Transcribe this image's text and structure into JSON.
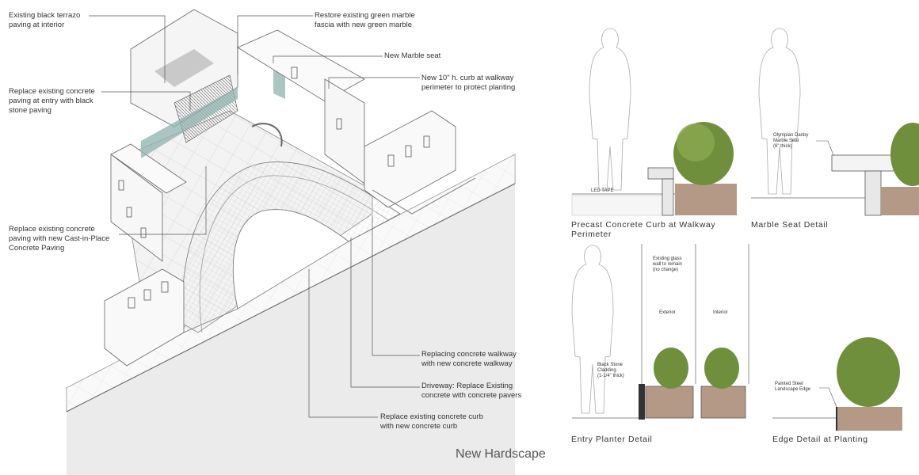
{
  "title": "New Hardscape",
  "callouts": {
    "terrazzo": [
      "Existing black terrazo",
      "paving at interior"
    ],
    "marble_fascia": [
      "Restore existing green marble",
      "fascia with new green marble"
    ],
    "marble_seat": [
      "New Marble seat"
    ],
    "curb_walkway": [
      "New 10\" h. curb at walkway",
      "perimeter to protect planting"
    ],
    "black_stone": [
      "Replace existing concrete",
      "paving at entry with black",
      "stone paving"
    ],
    "cast_in_place": [
      "Replace existing concrete",
      "paving with new Cast-in-Place",
      "Concrete Paving"
    ],
    "walkway": [
      "Replacing concrete walkway",
      "with new concrete walkway"
    ],
    "driveway": [
      "Driveway: Replace Existing",
      "concrete with concrete pavers"
    ],
    "curb": [
      "Replace existing concrete curb",
      "with new concrete curb"
    ]
  },
  "details": {
    "precast": {
      "caption": [
        "Precast Concrete Curb at Walkway",
        "Perimeter"
      ],
      "notes": {
        "led": [
          "LED TAPE"
        ]
      }
    },
    "marble_seat": {
      "caption": [
        "Marble Seat Detail"
      ],
      "notes": {
        "seat": [
          "Olympian Danby",
          "Marble Seat",
          "(6\" thick)"
        ]
      }
    },
    "entry_planter": {
      "caption": [
        "Entry Planter Detail"
      ],
      "notes": {
        "glass": [
          "Existing glass",
          "wall to remain",
          "(no change)"
        ],
        "exterior": [
          "Exterior"
        ],
        "interior": [
          "Interior"
        ],
        "cladding": [
          "Black Stone",
          "Cladding",
          "(1-1/4\" thick)"
        ]
      }
    },
    "edge": {
      "caption": [
        "Edge Detail at Planting"
      ],
      "notes": {
        "steel": [
          "Painted Steel",
          "Landscape Edge"
        ]
      }
    }
  },
  "colors": {
    "line": "#555555",
    "green_marble": "#8fb3ad",
    "soil": "#b49a86",
    "plant": "#6f8f3d"
  }
}
